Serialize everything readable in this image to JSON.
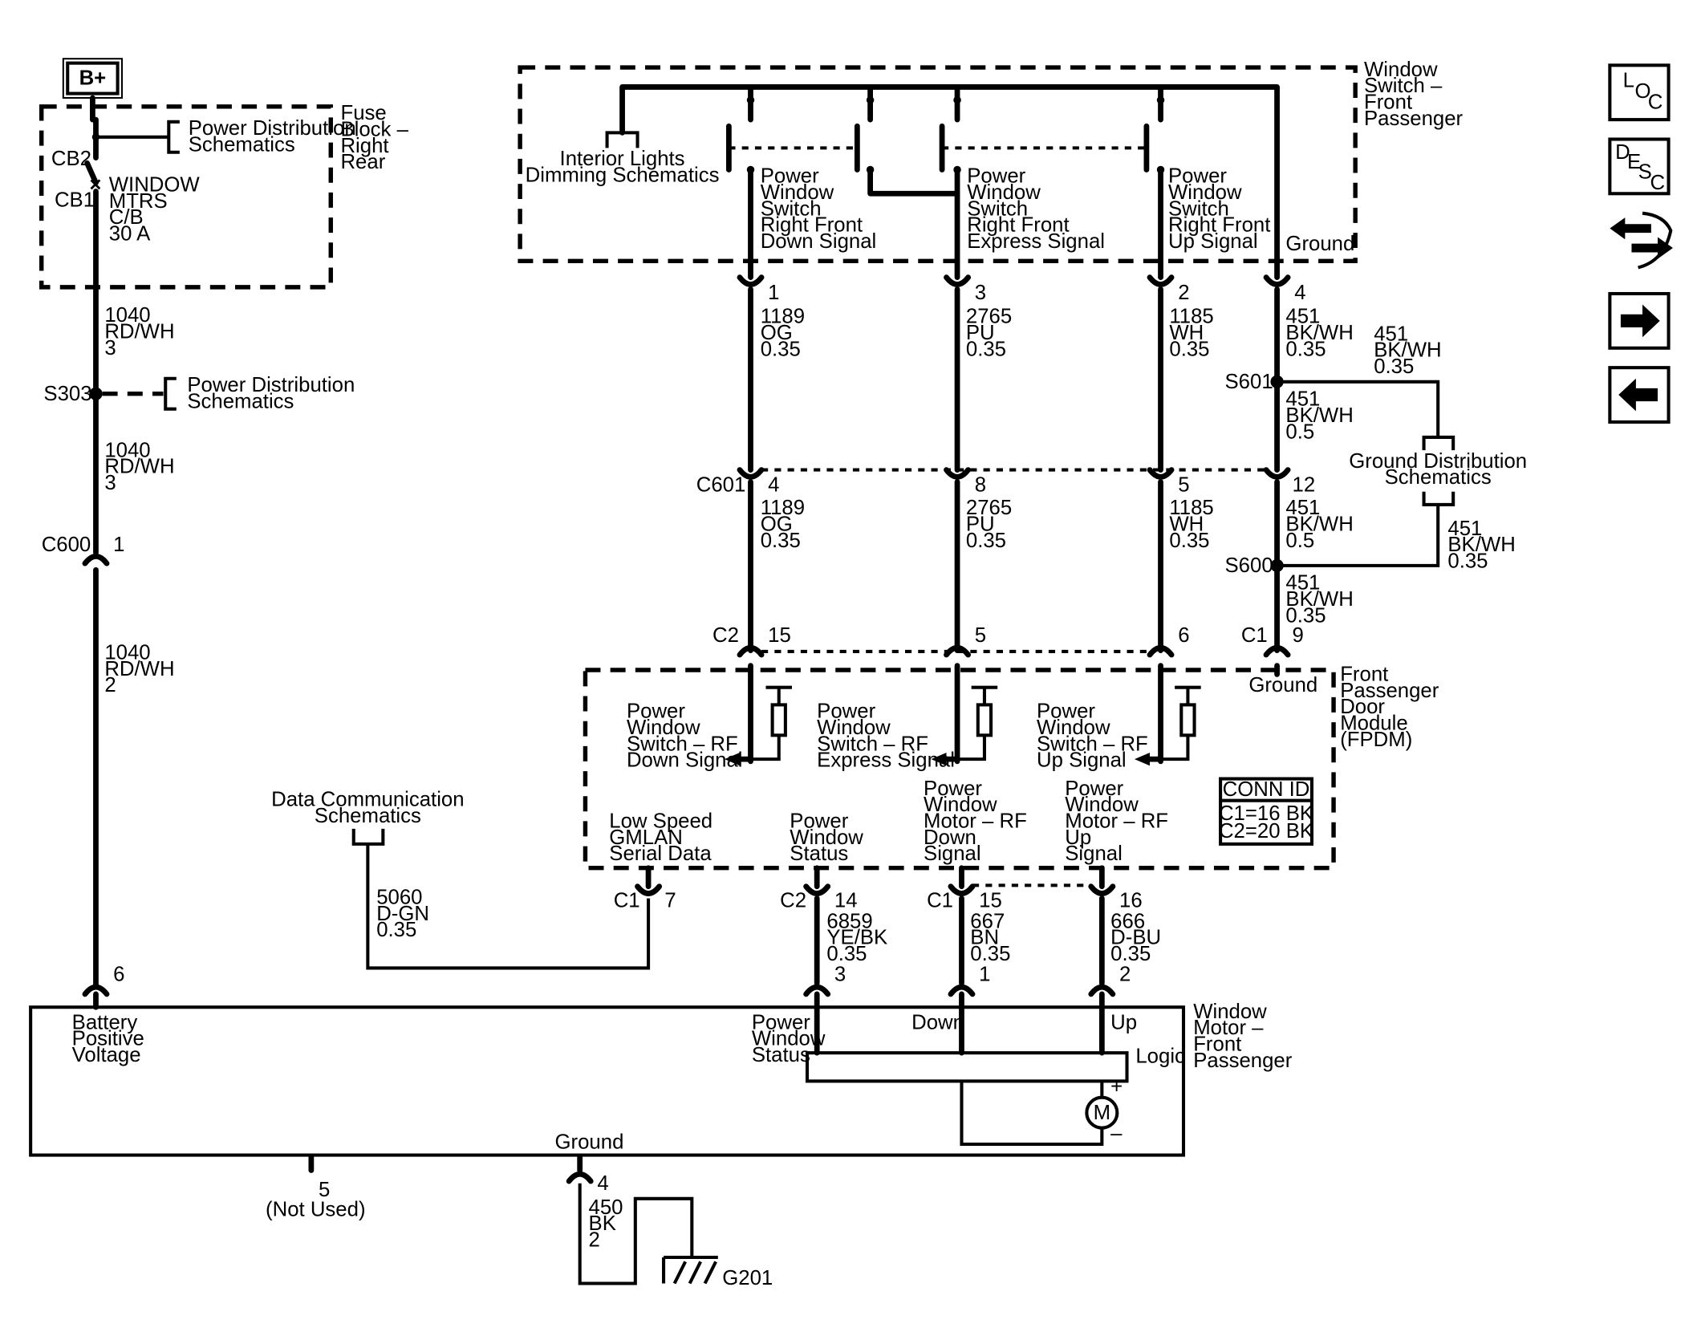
{
  "battery": {
    "label": "B+"
  },
  "fuse_block": {
    "name": [
      "Fuse",
      "Block –",
      "Right",
      "Rear"
    ],
    "cb2": "CB2",
    "cb1": "CB1",
    "breaker": [
      "WINDOW",
      "MTRS",
      "C/B",
      "30 A"
    ],
    "ref": [
      "Power Distribution",
      "Schematics"
    ]
  },
  "wire_1040_a": [
    "1040",
    "RD/WH",
    "3"
  ],
  "s303": {
    "label": "S303",
    "ref": [
      "Power Distribution",
      "Schematics"
    ]
  },
  "wire_1040_b": [
    "1040",
    "RD/WH",
    "3"
  ],
  "c600": {
    "label": "C600",
    "pin": "1"
  },
  "wire_1040_c": [
    "1040",
    "RD/WH",
    "2"
  ],
  "pin6": "6",
  "switch_module": {
    "name": [
      "Window",
      "Switch –",
      "Front",
      "Passenger"
    ],
    "interior_ref": [
      "Interior Lights",
      "Dimming Schematics"
    ],
    "down": [
      "Power",
      "Window",
      "Switch",
      "Right Front",
      "Down Signal"
    ],
    "express": [
      "Power",
      "Window",
      "Switch",
      "Right Front",
      "Express Signal"
    ],
    "up": [
      "Power",
      "Window",
      "Switch",
      "Right Front",
      "Up Signal"
    ],
    "ground": "Ground"
  },
  "upper_pins": [
    "1",
    "3",
    "2",
    "4"
  ],
  "upper_wires": [
    [
      "1189",
      "OG",
      "0.35"
    ],
    [
      "2765",
      "PU",
      "0.35"
    ],
    [
      "1185",
      "WH",
      "0.35"
    ],
    [
      "451",
      "BK/WH",
      "0.35"
    ]
  ],
  "s601": {
    "label": "S601",
    "branch": [
      "451",
      "BK/WH",
      "0.35"
    ],
    "down": [
      "451",
      "BK/WH",
      "0.5"
    ]
  },
  "ground_ref": [
    "Ground Distribution",
    "Schematics"
  ],
  "c601": {
    "label": "C601",
    "pins": [
      "4",
      "8",
      "5",
      "12"
    ]
  },
  "mid_wires": [
    [
      "1189",
      "OG",
      "0.35"
    ],
    [
      "2765",
      "PU",
      "0.35"
    ],
    [
      "1185",
      "WH",
      "0.35"
    ],
    [
      "451",
      "BK/WH",
      "0.5"
    ]
  ],
  "s600": {
    "label": "S600",
    "branch": [
      "451",
      "BK/WH",
      "0.35"
    ],
    "down": [
      "451",
      "BK/WH",
      "0.35"
    ]
  },
  "c2_top": {
    "label": "C2",
    "pins": [
      "15",
      "5",
      "6"
    ]
  },
  "c1_top": {
    "label": "C1",
    "pin": "9"
  },
  "fpdm": {
    "name": [
      "Front",
      "Passenger",
      "Door",
      "Module",
      "(FPDM)"
    ],
    "ground": "Ground",
    "down": [
      "Power",
      "Window",
      "Switch – RF",
      "Down Signal"
    ],
    "express": [
      "Power",
      "Window",
      "Switch – RF",
      "Express Signal"
    ],
    "up": [
      "Power",
      "Window",
      "Switch – RF",
      "Up Signal"
    ],
    "conn_id_title": "CONN ID",
    "conn_id": [
      "C1=16 BK",
      "C2=20 BK"
    ],
    "gmlan": [
      "Low Speed",
      "GMLAN",
      "Serial Data"
    ],
    "status": [
      "Power",
      "Window",
      "Status"
    ],
    "motor_down": [
      "Power",
      "Window",
      "Motor – RF",
      "Down",
      "Signal"
    ],
    "motor_up": [
      "Power",
      "Window",
      "Motor – RF",
      "Up",
      "Signal"
    ]
  },
  "data_comm_ref": [
    "Data Communication",
    "Schematics"
  ],
  "lower_conns": {
    "gmlan": {
      "conn": "C1",
      "pin": "7"
    },
    "status": {
      "conn": "C2",
      "pin": "14"
    },
    "down": {
      "conn": "C1",
      "pin": "15"
    },
    "up": {
      "pin": "16"
    }
  },
  "wire_5060": [
    "5060",
    "D-GN",
    "0.35"
  ],
  "wire_6859": [
    "6859",
    "YE/BK",
    "0.35"
  ],
  "wire_667": [
    "667",
    "BN",
    "0.35"
  ],
  "wire_666": [
    "666",
    "D-BU",
    "0.35"
  ],
  "motor_pins": [
    "3",
    "1",
    "2"
  ],
  "motor_module": {
    "name": [
      "Window",
      "Motor –",
      "Front",
      "Passenger"
    ],
    "battery": [
      "Battery",
      "Positive",
      "Voltage"
    ],
    "status": [
      "Power",
      "Window",
      "Status"
    ],
    "down": "Down",
    "up": "Up",
    "logic": "Logic",
    "motor": "M",
    "plus": "+",
    "minus": "–",
    "ground": "Ground"
  },
  "pin5": {
    "pin": "5",
    "note": "(Not Used)"
  },
  "ground_wire": {
    "pin": "4",
    "wire": [
      "450",
      "BK",
      "2"
    ],
    "ground": "G201"
  },
  "nav": {
    "loc": [
      "L",
      "O",
      "C"
    ],
    "desc": [
      "D",
      "E",
      "S",
      "C"
    ]
  }
}
